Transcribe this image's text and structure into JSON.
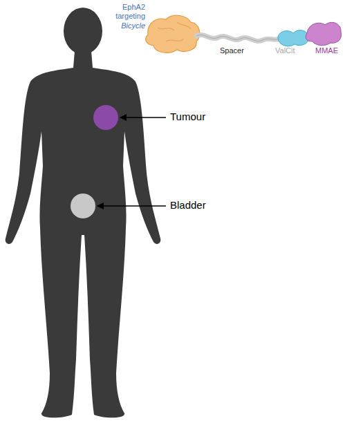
{
  "diagram": {
    "labels": [
      "EphA2 targeting",
      "Bicycle",
      "Spacer",
      "ValCit",
      "MMAE",
      "Tumour",
      "Bladder"
    ]
  }
}
